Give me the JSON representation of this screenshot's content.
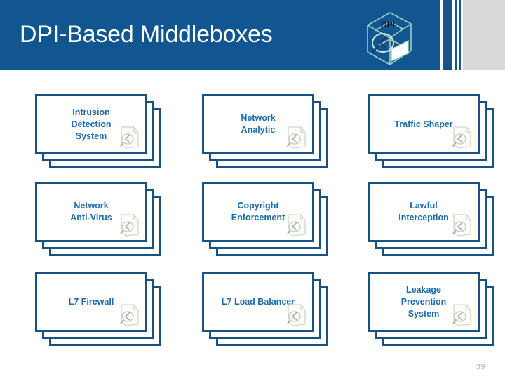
{
  "header": {
    "title": "DPI-Based Middleboxes",
    "background_color": "#115591",
    "title_color": "#ffffff",
    "gray_block_color": "#d9d9d9",
    "logo": {
      "name": "dpi-box-icon",
      "label": "DPI"
    }
  },
  "cards": {
    "border_color": "#1a5180",
    "fill_color": "#ffffff",
    "label_color": "#1a6bb0",
    "items": [
      {
        "label": "Intrusion\nDetection\nSystem",
        "name": "card-intrusion-detection-system"
      },
      {
        "label": "Network\nAnalytic",
        "name": "card-network-analytic"
      },
      {
        "label": "Traffic Shaper",
        "name": "card-traffic-shaper"
      },
      {
        "label": "Network\nAnti-Virus",
        "name": "card-network-anti-virus"
      },
      {
        "label": "Copyright\nEnforcement",
        "name": "card-copyright-enforcement"
      },
      {
        "label": "Lawful\nInterception",
        "name": "card-lawful-interception"
      },
      {
        "label": "L7 Firewall",
        "name": "card-l7-firewall"
      },
      {
        "label": "L7 Load Balancer",
        "name": "card-l7-load-balancer"
      },
      {
        "label": "Leakage\nPrevention\nSystem",
        "name": "card-leakage-prevention-system"
      }
    ]
  },
  "footer": {
    "page_number": "39",
    "page_number_color": "#b3b3b3"
  }
}
